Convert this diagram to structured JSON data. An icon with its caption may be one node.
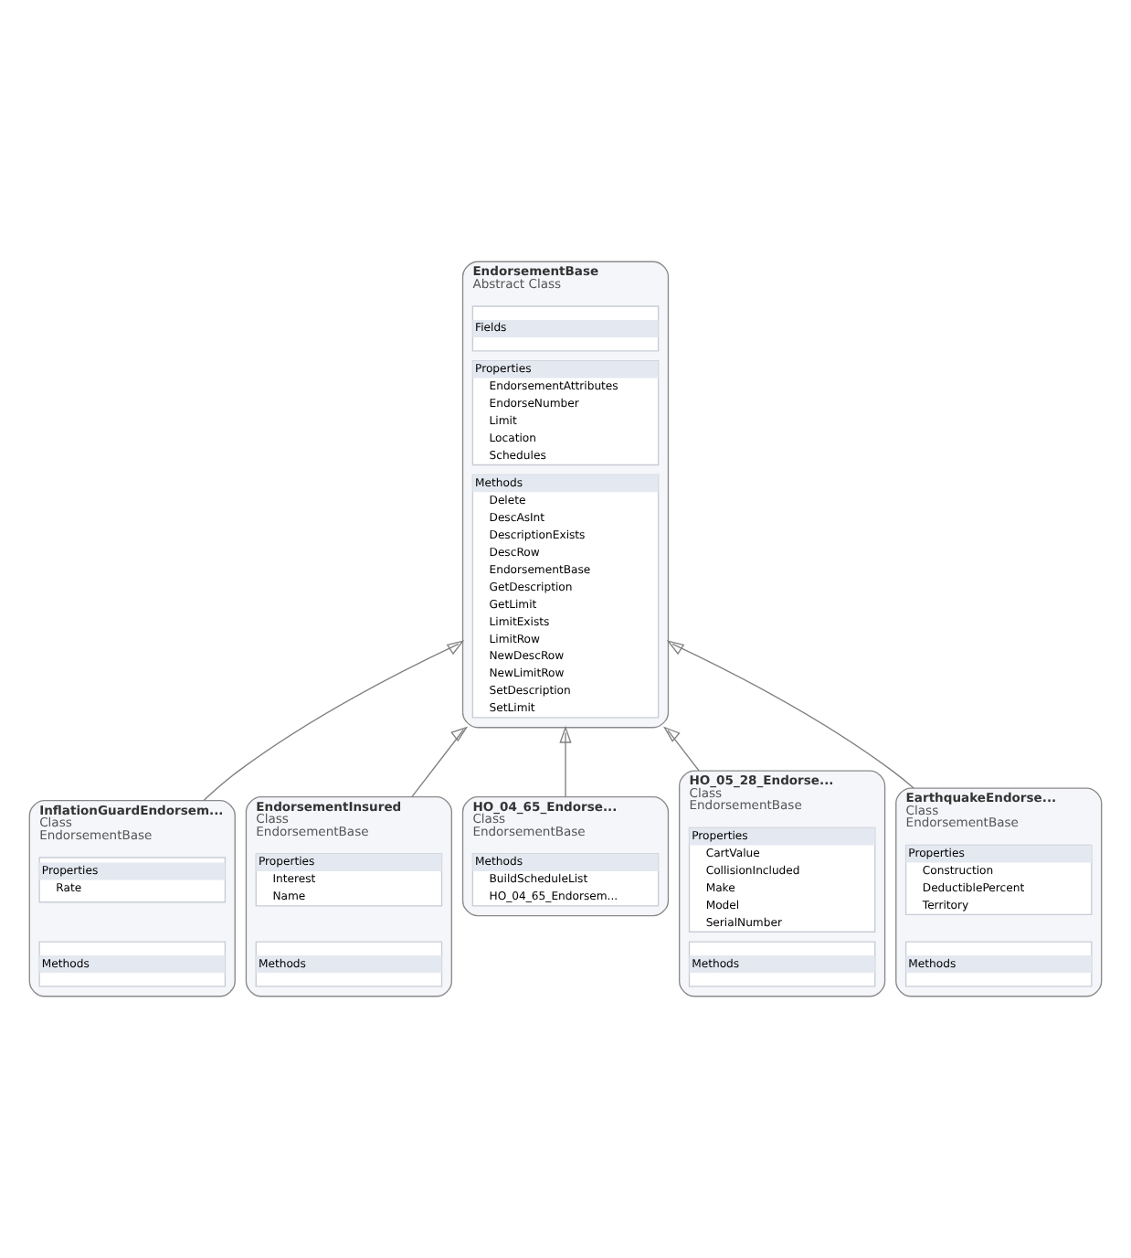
{
  "diagram": {
    "nodes": [
      {
        "text": [
          "EndorsementBase",
          "Abstract Class"
        ]
      },
      {
        "text": [
          "Fields"
        ],
        "in": 0
      },
      {
        "text": [
          "Properties",
          "EndorsementAttributes",
          "EndorseNumber",
          "Limit",
          "Location",
          "Schedules"
        ],
        "in": 0
      },
      {
        "text": [
          "Methods",
          "Delete",
          "DescAsInt",
          "DescriptionExists",
          "DescRow",
          "EndorsementBase",
          "GetDescription",
          "GetLimit",
          "LimitExists",
          "LimitRow",
          "NewDescRow",
          "NewLimitRow",
          "SetDescription",
          "SetLimit"
        ],
        "in": 0
      },
      {
        "text": [
          "InflationGuardEndorsem...",
          "Class",
          "EndorsementBase"
        ]
      },
      {
        "text": [
          "Properties",
          "Rate"
        ],
        "in": 4
      },
      {
        "text": [
          "Methods"
        ],
        "in": 4
      },
      {
        "text": [
          "EndorsementInsured",
          "Class",
          "EndorsementBase"
        ]
      },
      {
        "text": [
          "Properties",
          "Interest",
          "Name"
        ],
        "in": 7
      },
      {
        "text": [
          "Methods"
        ],
        "in": 7
      },
      {
        "text": [
          "HO_04_65_Endorse...",
          "Class",
          "EndorsementBase"
        ]
      },
      {
        "text": [
          "Methods",
          "BuildScheduleList",
          "HO_04_65_Endorsem..."
        ],
        "in": 10
      },
      {
        "text": [
          "HO_05_28_Endorse...",
          "Class",
          "EndorsementBase"
        ]
      },
      {
        "text": [
          "Properties",
          "CartValue",
          "CollisionIncluded",
          "Make",
          "Model",
          "SerialNumber"
        ],
        "in": 12
      },
      {
        "text": [
          "Methods"
        ],
        "in": 12
      },
      {
        "text": [
          "EarthquakeEndorse...",
          "Class",
          "EndorsementBase"
        ]
      },
      {
        "text": [
          "Properties",
          "Construction",
          "DeductiblePercent",
          "Territory"
        ],
        "in": 15
      },
      {
        "text": [
          "Methods"
        ],
        "in": 15
      }
    ],
    "edges": [
      {
        "from": 4,
        "to": 0,
        "arrow": "to"
      },
      {
        "from": 7,
        "to": 0,
        "arrow": "to"
      },
      {
        "from": 10,
        "to": 0,
        "arrow": "to"
      },
      {
        "from": 12,
        "to": 0,
        "arrow": "to"
      },
      {
        "from": 15,
        "to": 0,
        "arrow": "to"
      }
    ]
  }
}
